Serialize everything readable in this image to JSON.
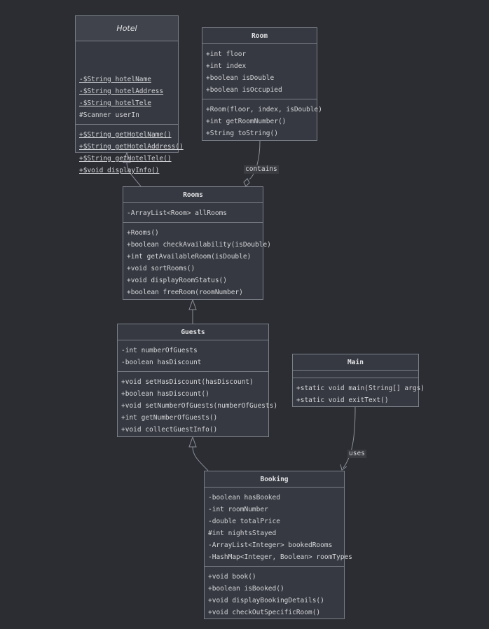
{
  "classes": {
    "hotel": {
      "name": "Hotel",
      "attributes": [
        {
          "text": "-$String hotelName",
          "static": true
        },
        {
          "text": "-$String hotelAddress",
          "static": true
        },
        {
          "text": "-$String hotelTele",
          "static": true
        },
        {
          "text": "#Scanner userIn",
          "static": false
        }
      ],
      "methods": [
        {
          "text": "+$String getHotelName()",
          "static": true
        },
        {
          "text": "+$String getHotelAddress()",
          "static": true
        },
        {
          "text": "+$String getHotelTele()",
          "static": true
        },
        {
          "text": "+$void displayInfo()",
          "static": true
        }
      ]
    },
    "room": {
      "name": "Room",
      "attributes": [
        {
          "text": "+int floor"
        },
        {
          "text": "+int index"
        },
        {
          "text": "+boolean isDouble"
        },
        {
          "text": "+boolean isOccupied"
        }
      ],
      "methods": [
        {
          "text": "+Room(floor, index, isDouble)"
        },
        {
          "text": "+int getRoomNumber()"
        },
        {
          "text": "+String toString()"
        }
      ]
    },
    "rooms": {
      "name": "Rooms",
      "attributes": [
        {
          "text": "-ArrayList<Room> allRooms"
        }
      ],
      "methods": [
        {
          "text": "+Rooms()"
        },
        {
          "text": "+boolean checkAvailability(isDouble)"
        },
        {
          "text": "+int getAvailableRoom(isDouble)"
        },
        {
          "text": "+void sortRooms()"
        },
        {
          "text": "+void displayRoomStatus()"
        },
        {
          "text": "+boolean freeRoom(roomNumber)"
        }
      ]
    },
    "guests": {
      "name": "Guests",
      "attributes": [
        {
          "text": "-int numberOfGuests"
        },
        {
          "text": "-boolean hasDiscount"
        }
      ],
      "methods": [
        {
          "text": "+void setHasDiscount(hasDiscount)"
        },
        {
          "text": "+boolean hasDiscount()"
        },
        {
          "text": "+void setNumberOfGuests(numberOfGuests)"
        },
        {
          "text": "+int getNumberOfGuests()"
        },
        {
          "text": "+void collectGuestInfo()"
        }
      ]
    },
    "main": {
      "name": "Main",
      "attributes": [],
      "methods": [
        {
          "text": "+static void main(String[] args)"
        },
        {
          "text": "+static void exitText()"
        }
      ]
    },
    "booking": {
      "name": "Booking",
      "attributes": [
        {
          "text": "-boolean hasBooked"
        },
        {
          "text": "-int roomNumber"
        },
        {
          "text": "-double totalPrice"
        },
        {
          "text": "#int nightsStayed"
        },
        {
          "text": "-ArrayList<Integer> bookedRooms"
        },
        {
          "text": "-HashMap<Integer, Boolean> roomTypes"
        }
      ],
      "methods": [
        {
          "text": "+void book()"
        },
        {
          "text": "+boolean isBooked()"
        },
        {
          "text": "+void displayBookingDetails()"
        },
        {
          "text": "+void checkOutSpecificRoom()"
        }
      ]
    }
  },
  "relations": [
    {
      "from": "rooms",
      "to": "hotel",
      "type": "inheritance",
      "label": ""
    },
    {
      "from": "room",
      "to": "rooms",
      "type": "aggregation",
      "label": "contains"
    },
    {
      "from": "guests",
      "to": "rooms",
      "type": "inheritance",
      "label": ""
    },
    {
      "from": "booking",
      "to": "guests",
      "type": "inheritance",
      "label": ""
    },
    {
      "from": "main",
      "to": "booking",
      "type": "association",
      "label": "uses"
    }
  ],
  "colors": {
    "background": "#2b2d33",
    "box_fill": "#363941",
    "box_border": "#7b7f88",
    "edge": "#8c9099",
    "text": "#d6d7da"
  }
}
